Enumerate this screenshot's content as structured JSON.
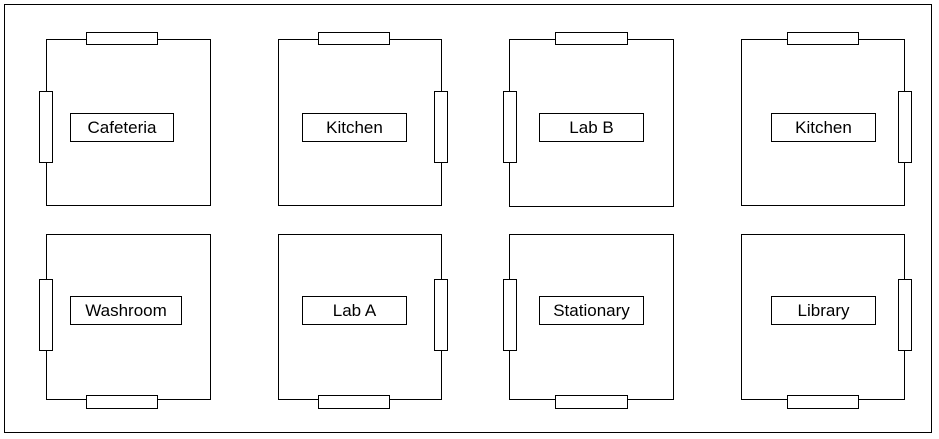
{
  "floorplan": {
    "rooms": [
      {
        "name": "Cafeteria"
      },
      {
        "name": "Kitchen"
      },
      {
        "name": "Lab B"
      },
      {
        "name": "Kitchen"
      },
      {
        "name": "Washroom"
      },
      {
        "name": "Lab A"
      },
      {
        "name": "Stationary"
      },
      {
        "name": "Library"
      }
    ]
  }
}
